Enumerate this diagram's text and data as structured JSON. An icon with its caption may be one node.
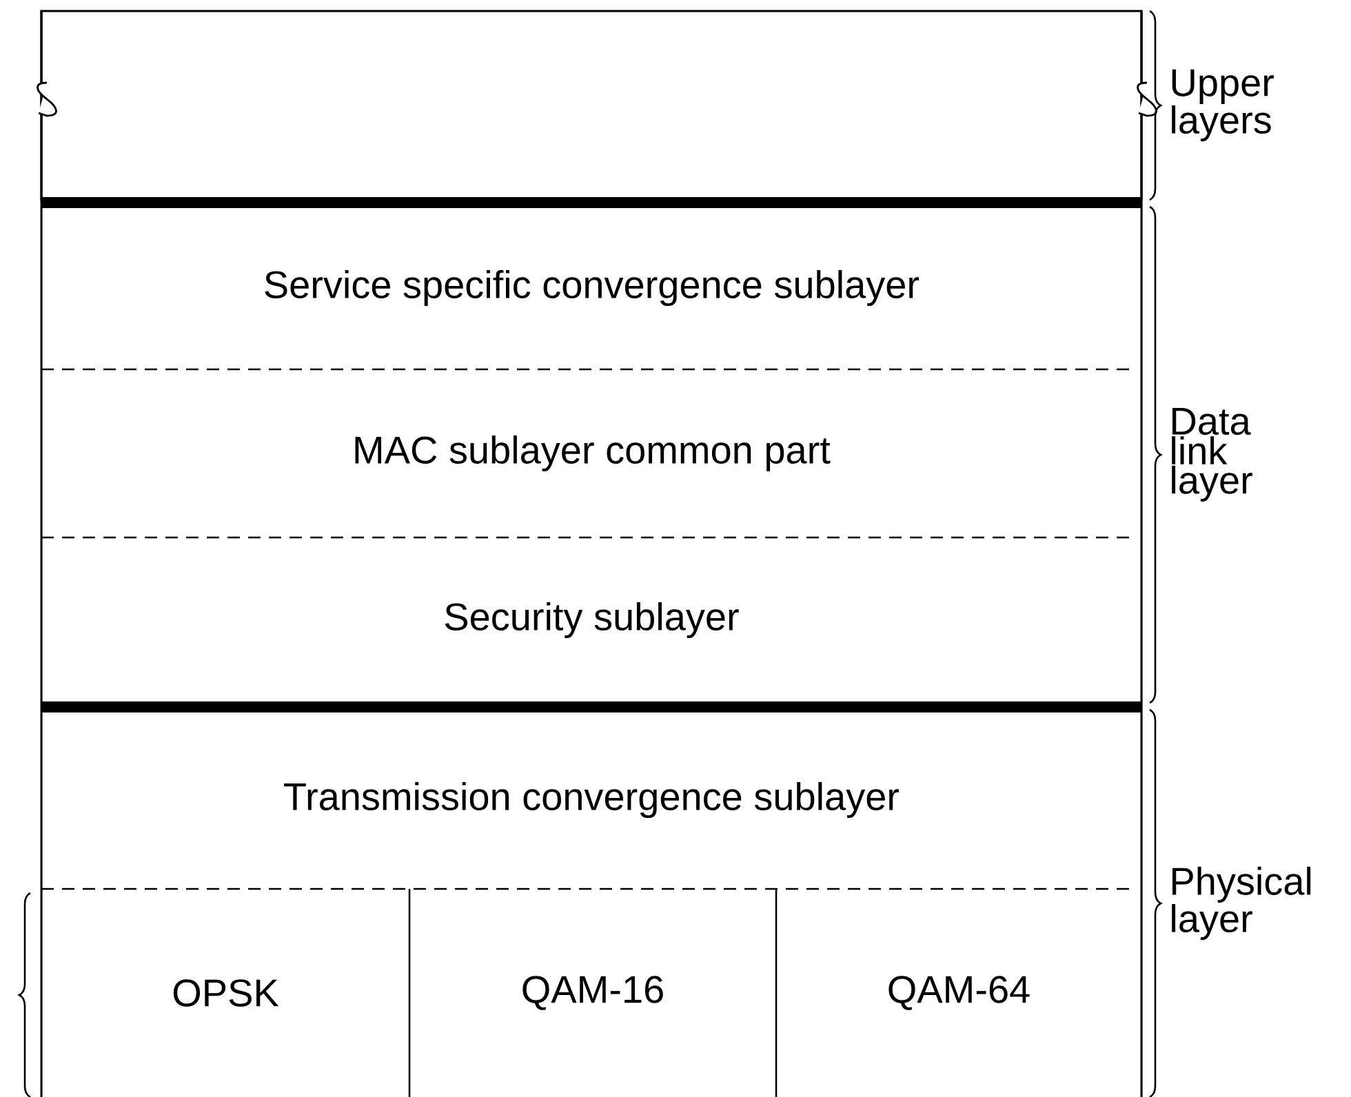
{
  "diagram": {
    "nodes": [
      {
        "text": [],
        "shape": "box"
      },
      {
        "text": [
          "Service specific convergence sublayer"
        ]
      },
      {
        "text": [
          "MAC sublayer common part"
        ]
      },
      {
        "text": [
          "Security sublayer"
        ]
      },
      {
        "text": [
          "Transmission convergence sublayer"
        ]
      },
      {
        "text": [
          "OPSK"
        ]
      },
      {
        "text": [
          "QAM-16"
        ]
      },
      {
        "text": [
          "QAM-64"
        ]
      }
    ],
    "labels": [
      "Upper layers",
      "Data link layer",
      "Physical layer"
    ]
  }
}
